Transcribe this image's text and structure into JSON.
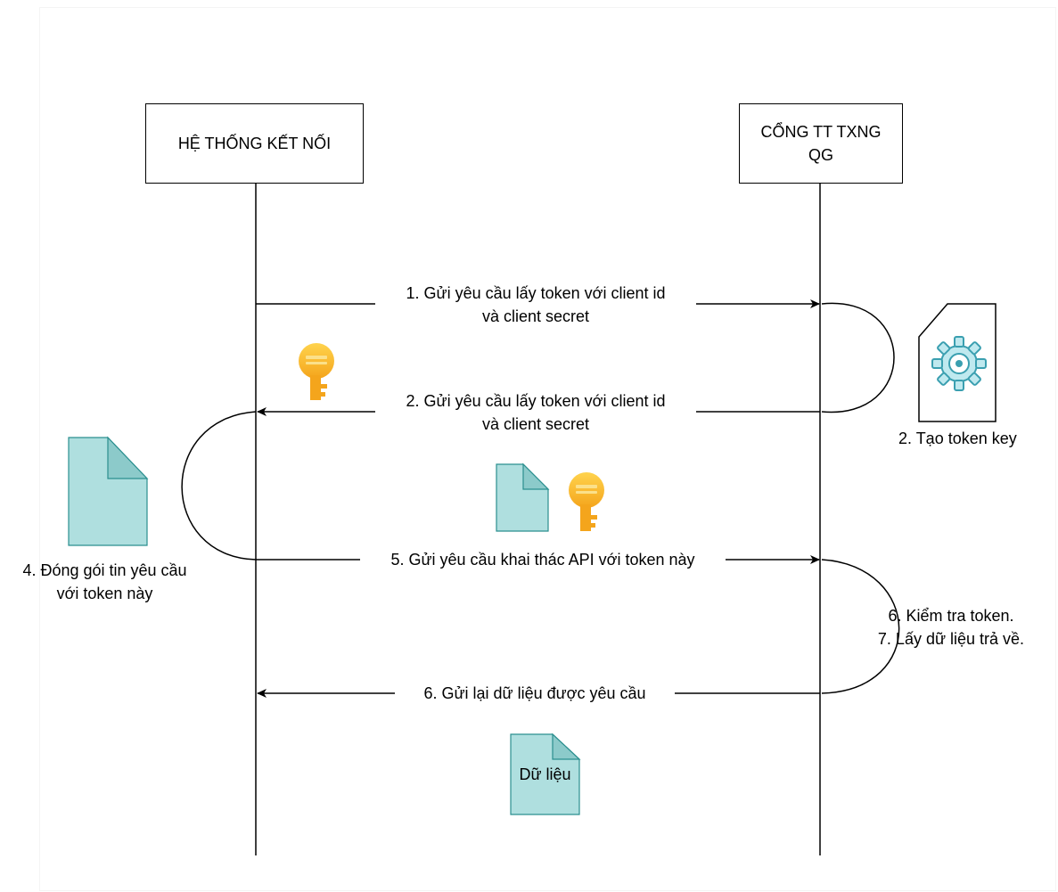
{
  "actors": {
    "left": {
      "label": "HỆ THỐNG KẾT NỐI"
    },
    "right": {
      "line1": "CỔNG TT TXNG",
      "line2": "QG"
    }
  },
  "messages": [
    {
      "step": "1",
      "line1": "1. Gửi yêu cầu lấy token với client id",
      "line2": "và client secret",
      "direction": "right"
    },
    {
      "step": "2",
      "line1": "2. Gửi yêu cầu lấy token với client id",
      "line2": "và client secret",
      "direction": "left"
    },
    {
      "step": "5",
      "line1": "5. Gửi yêu cầu khai thác API với token này",
      "direction": "right"
    },
    {
      "step": "6",
      "line1": "6. Gửi lại dữ liệu được yêu cầu",
      "direction": "left"
    }
  ],
  "notes": {
    "create_token": "2. Tạo token key",
    "package": {
      "line1": "4. Đóng gói tin yêu cầu",
      "line2": "với token này"
    },
    "check": {
      "line1": "6. Kiểm tra token.",
      "line2": "7. Lấy dữ liệu trả về."
    }
  },
  "documents": {
    "data_doc": "Dữ liệu"
  },
  "icons": [
    "key-icon",
    "document-icon",
    "gear-document-icon"
  ],
  "colors": {
    "doc_fill": "#afdfdf",
    "doc_stroke": "#2b8f8f",
    "key": "#f7b52a",
    "gear": "#5ec0d0",
    "line": "#000000"
  }
}
